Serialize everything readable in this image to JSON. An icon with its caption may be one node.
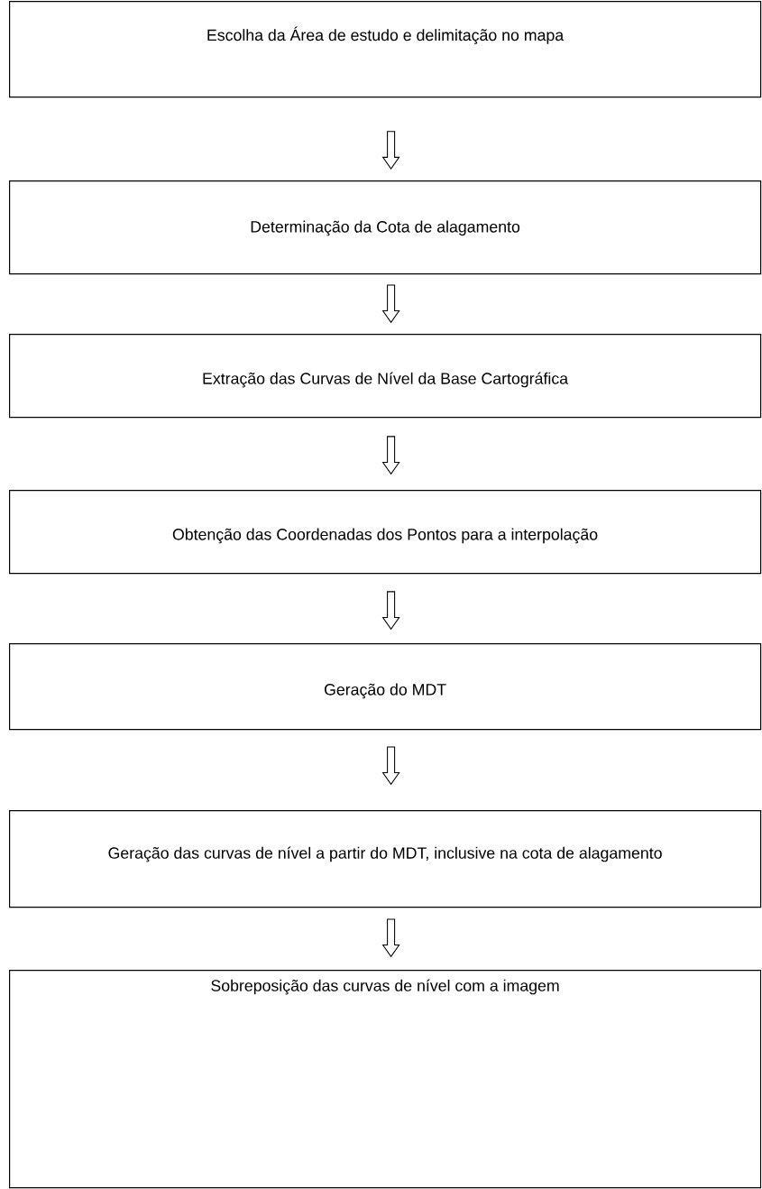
{
  "diagram": {
    "nodes": [
      {
        "text": [
          "Escolha da Área de estudo e delimitação no mapa"
        ]
      },
      {
        "text": [
          "Determinação da Cota de alagamento"
        ]
      },
      {
        "text": [
          "Extração das Curvas  de Nível da Base Cartográfica"
        ]
      },
      {
        "text": [
          "Obtenção das Coordenadas dos Pontos para a interpolação"
        ]
      },
      {
        "text": [
          "Geração do MDT"
        ]
      },
      {
        "text": [
          "Geração das curvas de nível a partir do MDT, inclusive na cota de alagamento"
        ]
      },
      {
        "text": [
          "Sobreposição das curvas de nível com a imagem"
        ]
      }
    ],
    "edges": [
      {
        "from": 0,
        "to": 1,
        "arrow": "to"
      },
      {
        "from": 1,
        "to": 2,
        "arrow": "to"
      },
      {
        "from": 2,
        "to": 3,
        "arrow": "to"
      },
      {
        "from": 3,
        "to": 4,
        "arrow": "to"
      },
      {
        "from": 4,
        "to": 5,
        "arrow": "to"
      },
      {
        "from": 5,
        "to": 6,
        "arrow": "to"
      }
    ]
  }
}
